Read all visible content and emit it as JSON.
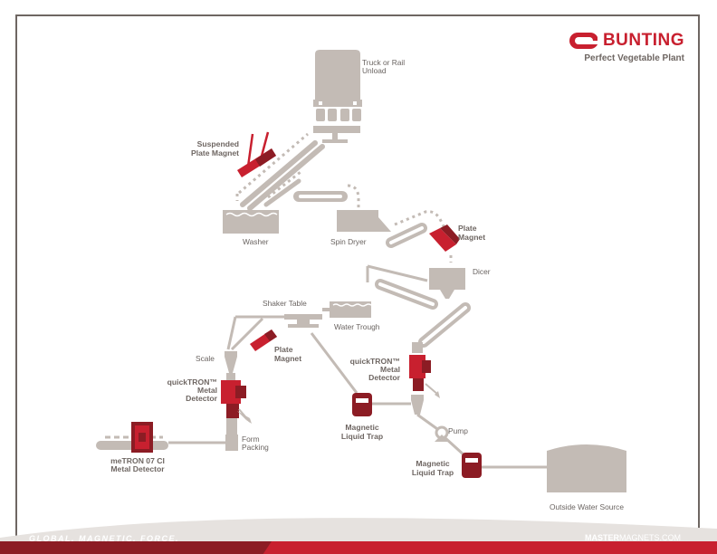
{
  "brand": {
    "name": "BUNTING",
    "tagline": "Perfect Vegetable Plant"
  },
  "labels": {
    "truck": [
      "Truck or Rail",
      "Unload"
    ],
    "suspended_magnet": [
      "Suspended",
      "Plate Magnet"
    ],
    "washer": "Washer",
    "spin_dryer": "Spin Dryer",
    "plate_magnet_1": [
      "Plate",
      "Magnet"
    ],
    "dicer": "Dicer",
    "shaker_table": "Shaker Table",
    "water_trough": "Water Trough",
    "plate_magnet_2": [
      "Plate",
      "Magnet"
    ],
    "scale": "Scale",
    "quicktron_left": [
      "quickTRON™",
      "Metal",
      "Detector"
    ],
    "quicktron_right": [
      "quickTRON™",
      "Metal",
      "Detector"
    ],
    "liquid_trap_1": [
      "Magnetic",
      "Liquid Trap"
    ],
    "pump": "Pump",
    "liquid_trap_2": [
      "Magnetic",
      "Liquid Trap"
    ],
    "form_packing": [
      "Form",
      "Packing"
    ],
    "metron": [
      "meTRON 07 CI",
      "Metal Detector"
    ],
    "water_source": "Outside Water Source"
  },
  "footer": {
    "tagline": "GLOBAL. MAGNETIC. FORCE.",
    "url_bold": "MASTER",
    "url_rest": "MAGNETS.COM"
  },
  "colors": {
    "equipment": "#c3bbb5",
    "magnet_red": "#c8202f",
    "trap_red": "#8c1c24",
    "text_gray": "#6e6662",
    "footer_red": "#c8202f"
  }
}
